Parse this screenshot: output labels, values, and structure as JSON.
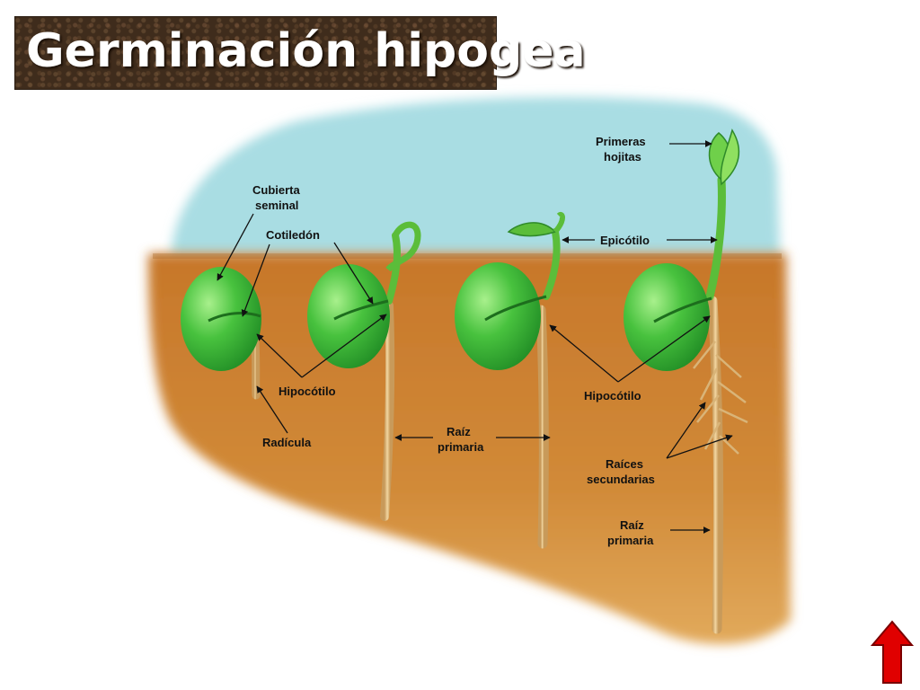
{
  "title": "Germinación hipogea",
  "labels": {
    "cubierta_seminal": [
      "Cubierta",
      "seminal"
    ],
    "cotiledon": "Cotiledón",
    "hipocotilo_left": "Hipocótilo",
    "radicula": "Radícula",
    "raiz_primaria_mid": [
      "Raíz",
      "primaria"
    ],
    "primeras_hojitas": [
      "Primeras",
      "hojitas"
    ],
    "epicotilo": "Epicótilo",
    "hipocotilo_right": "Hipocótilo",
    "raices_secundarias": [
      "Raíces",
      "secundarias"
    ],
    "raiz_primaria_right": [
      "Raíz",
      "primaria"
    ]
  },
  "colors": {
    "sky": "#a9dde3",
    "soil": "#c8802e",
    "soil_dark": "#b06a22",
    "seed": "#3db83a",
    "seed_light": "#8ee07a",
    "root": "#e8c48a",
    "arrow_button": "#e00000"
  },
  "nav": {
    "up_button_icon": "up-arrow-icon"
  }
}
